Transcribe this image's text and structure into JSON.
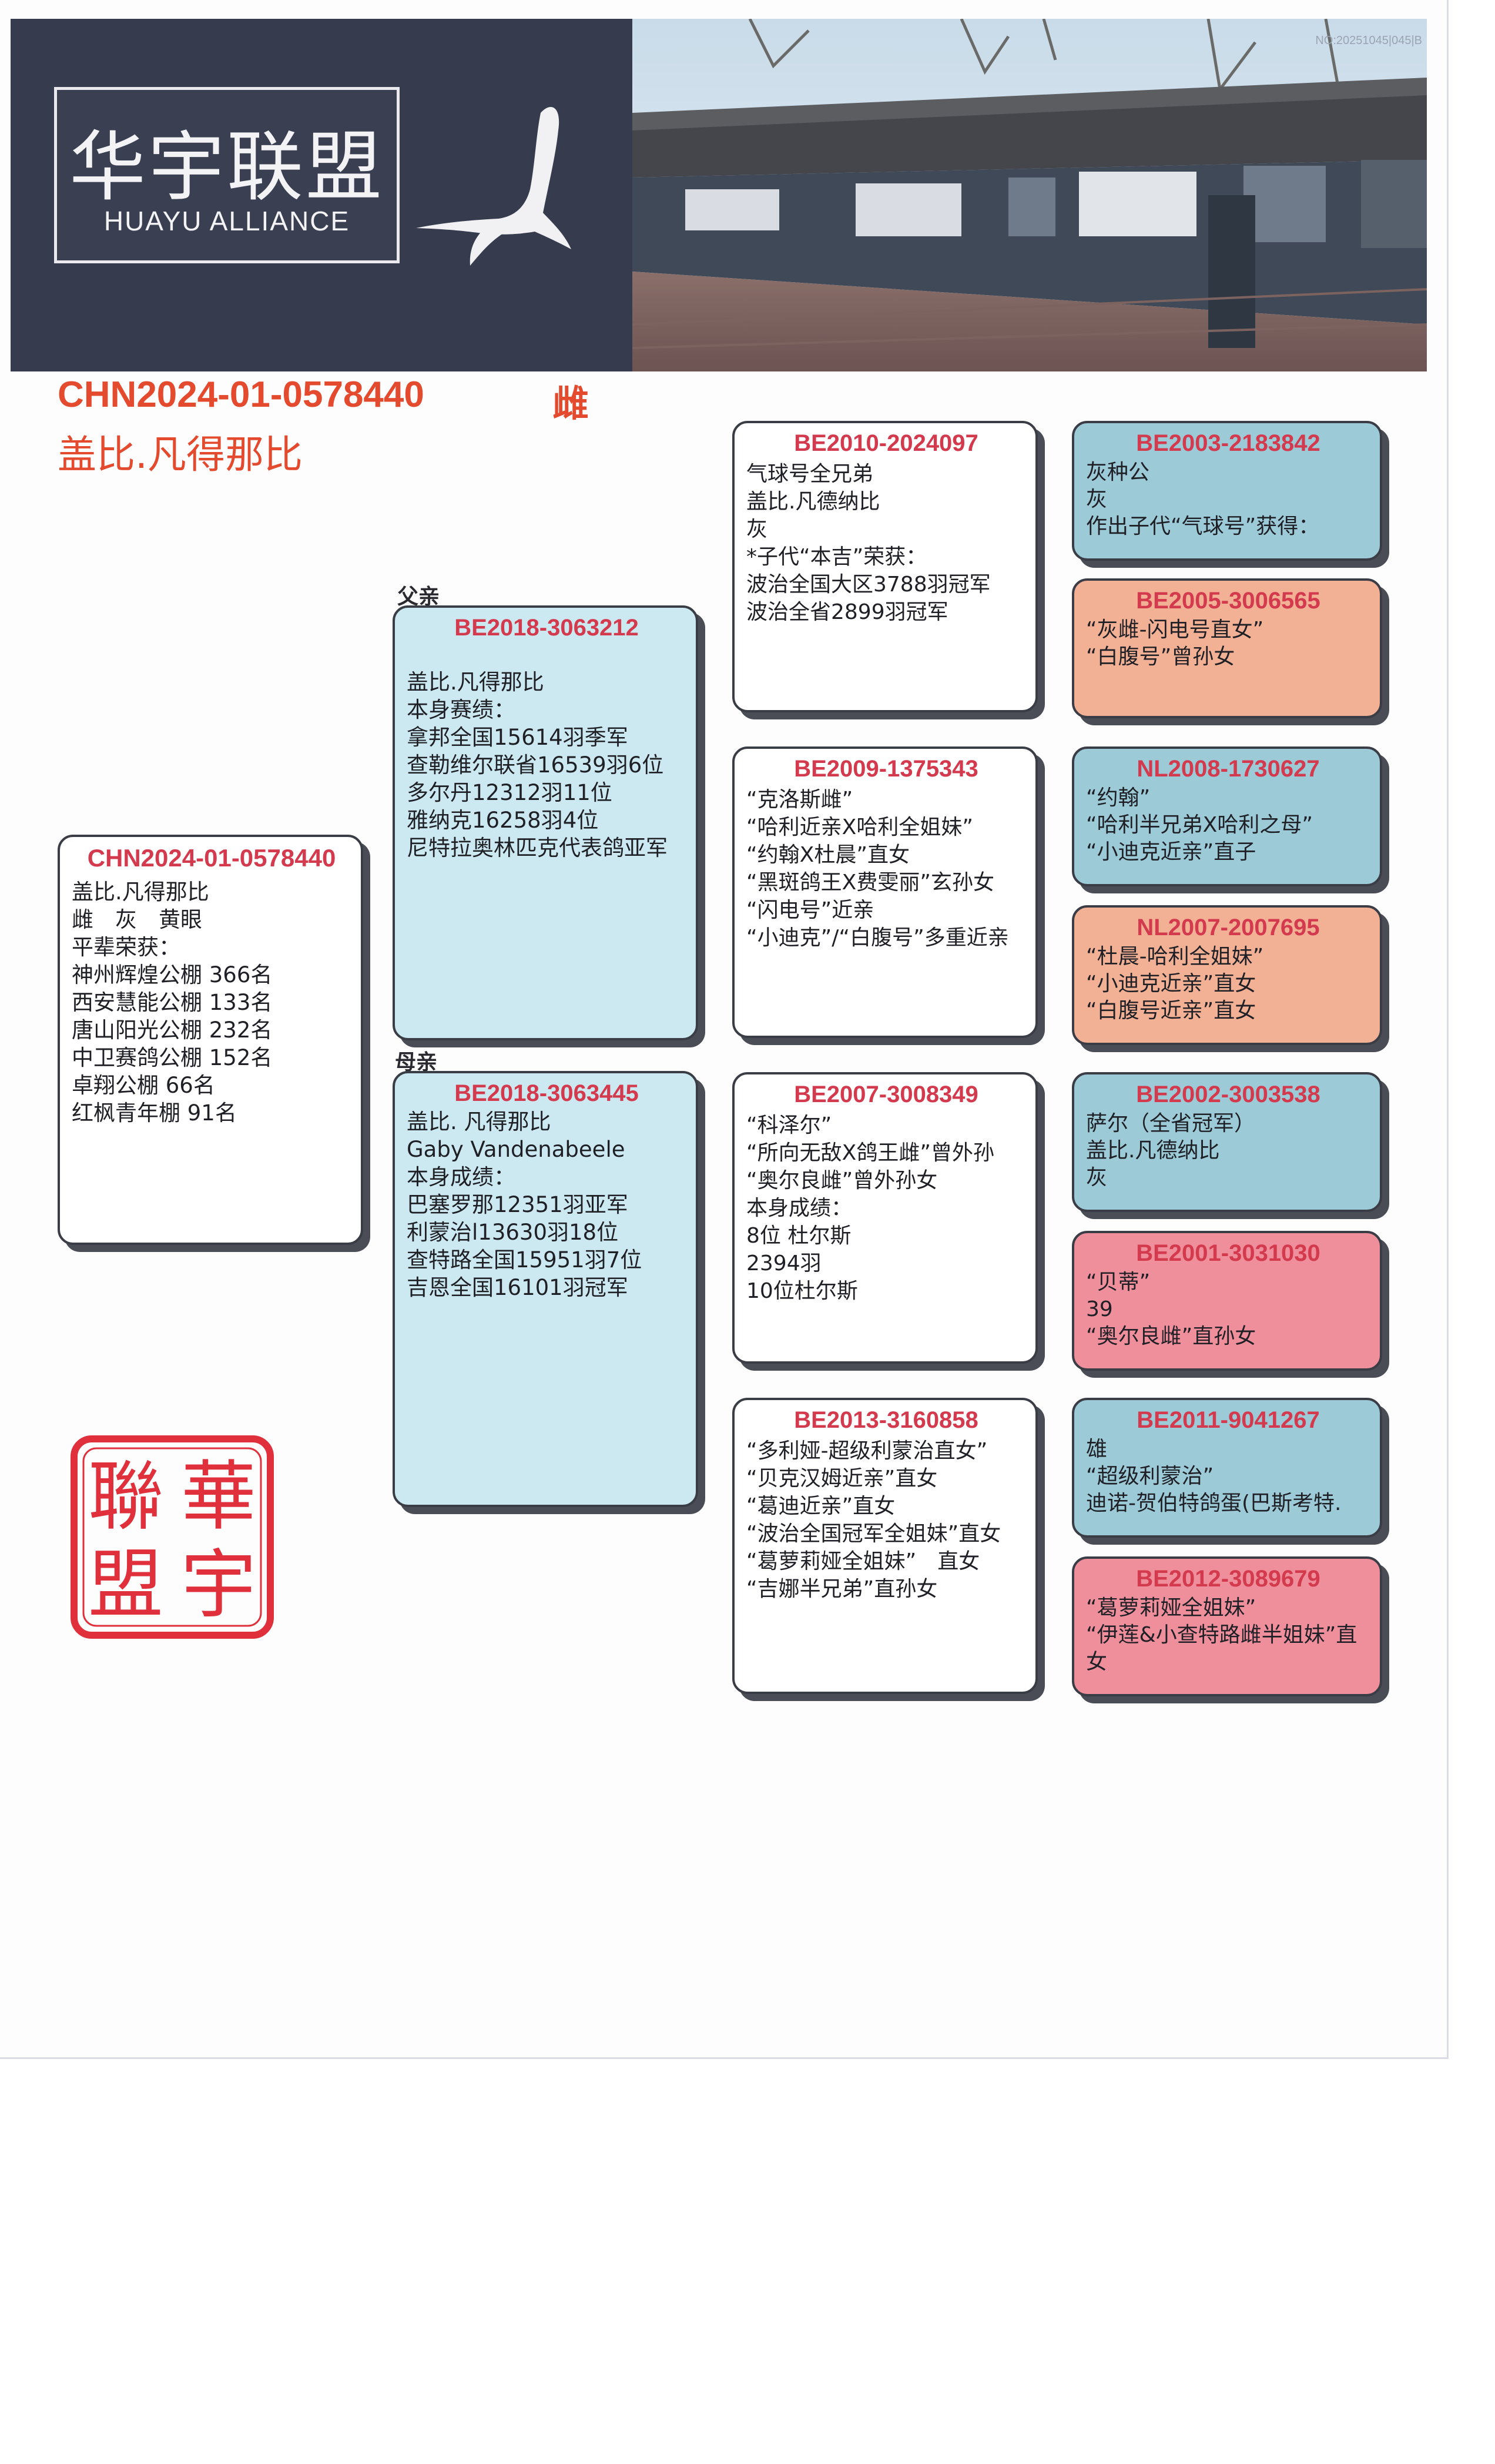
{
  "header": {
    "logo_cn": "华宇联盟",
    "logo_en": "HUAYU ALLIANCE",
    "photo_id": "NO:20251045|045|B"
  },
  "title": {
    "ring": "CHN2024-01-0578440",
    "sex": "雌",
    "name": "盖比.凡得那比"
  },
  "labels": {
    "sire": "父亲",
    "dam": "母亲"
  },
  "subject": {
    "ring": "CHN2024-01-0578440",
    "body": "盖比.凡得那比\n雌　灰　黄眼\n平辈荣获：\n神州辉煌公棚 366名\n西安慧能公棚 133名\n唐山阳光公棚 232名\n中卫赛鸽公棚 152名\n卓翔公棚 66名\n红枫青年棚 91名"
  },
  "sire": {
    "ring": "BE2018-3063212",
    "body": "盖比.凡得那比\n本身赛绩：\n拿邦全国15614羽季军\n查勒维尔联省16539羽6位\n多尔丹12312羽11位\n雅纳克16258羽4位\n尼特拉奥林匹克代表鸽亚军"
  },
  "dam": {
    "ring": "BE2018-3063445",
    "body": "盖比. 凡得那比\nGaby Vandenabeele\n本身成绩：\n巴塞罗那12351羽亚军\n利蒙治l13630羽18位\n查特路全国15951羽7位\n吉恩全国16101羽冠军"
  },
  "grandparents": [
    {
      "ring": "BE2010-2024097",
      "body": "气球号全兄弟\n盖比.凡德纳比\n灰\n*子代“本吉”荣获：\n波治全国大区3788羽冠军\n波治全省2899羽冠军"
    },
    {
      "ring": "BE2009-1375343",
      "body": "“克洛斯雌”\n“哈利近亲X哈利全姐妹”\n“约翰X杜晨”直女\n“黑斑鸽王X费雯丽”玄孙女\n“闪电号”近亲\n“小迪克”/“白腹号”多重近亲"
    },
    {
      "ring": "BE2007-3008349",
      "body": "“科泽尔”\n“所向无敌X鸽王雌”曾外孙\n“奥尔良雌”曾外孙女\n本身成绩：\n8位 杜尔斯\n2394羽\n10位杜尔斯"
    },
    {
      "ring": "BE2013-3160858",
      "body": "“多利娅-超级利蒙治直女”\n“贝克汉姆近亲”直女\n“葛迪近亲”直女\n“波治全国冠军全姐妹”直女\n“葛萝莉娅全姐妹”　直女\n“吉娜半兄弟”直孙女"
    }
  ],
  "great_grandparents": [
    {
      "ring": "BE2003-2183842",
      "body": "灰种公\n灰\n作出子代“气球号”获得："
    },
    {
      "ring": "BE2005-3006565",
      "body": "“灰雌-闪电号直女”\n“白腹号”曾孙女"
    },
    {
      "ring": "NL2008-1730627",
      "body": "“约翰”\n“哈利半兄弟X哈利之母”\n“小迪克近亲”直子"
    },
    {
      "ring": "NL2007-2007695",
      "body": "“杜晨-哈利全姐妹”\n“小迪克近亲”直女\n“白腹号近亲”直女"
    },
    {
      "ring": "BE2002-3003538",
      "body": "萨尔（全省冠军）\n盖比.凡德纳比\n灰"
    },
    {
      "ring": "BE2001-3031030",
      "body": "“贝蒂”\n39\n“奥尔良雌”直孙女"
    },
    {
      "ring": "BE2011-9041267",
      "body": "雄\n“超级利蒙治”\n迪诺-贺伯特鸽蛋(巴斯考特."
    },
    {
      "ring": "BE2012-3089679",
      "body": "“葛萝莉娅全姐妹”\n“伊莲&小查特路雌半姐妹”直女"
    }
  ],
  "seal": {
    "text": "華宇聯盟"
  },
  "colors": {
    "title": "#e34a2e",
    "ring": "#d43a4e",
    "header_dark": "#363b4d",
    "card_parent": "#cce8f0",
    "card_teal": "#9ccad7",
    "card_peach": "#f2b095",
    "card_pink": "#f08f9c",
    "seal": "#e0303c"
  }
}
